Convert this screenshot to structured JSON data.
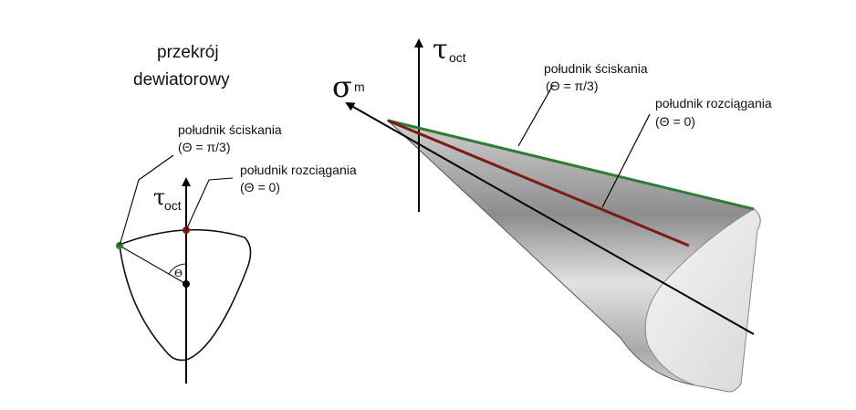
{
  "left_diagram": {
    "title_line1": "przekrój",
    "title_line2": "dewiatorowy",
    "axis_symbol": "τ",
    "axis_subscript": "oct",
    "angle_label": "Θ",
    "compression_label": "południk ściskania",
    "compression_angle": "(Θ = π/3)",
    "tension_label": "południk rozciągania",
    "tension_angle": "(Θ = 0)"
  },
  "right_diagram": {
    "axis_symbol": "τ",
    "axis_subscript": "oct",
    "hydro_symbol": "σ",
    "hydro_subscript": "m",
    "compression_label": "południk ściskania",
    "compression_angle": "(Θ = π/3)",
    "tension_label": "południk rozciągania",
    "tension_angle": "(Θ = 0)"
  },
  "colors": {
    "compression_meridian": "#2e7d32",
    "tension_meridian": "#7a1c14",
    "axis": "#000000"
  }
}
